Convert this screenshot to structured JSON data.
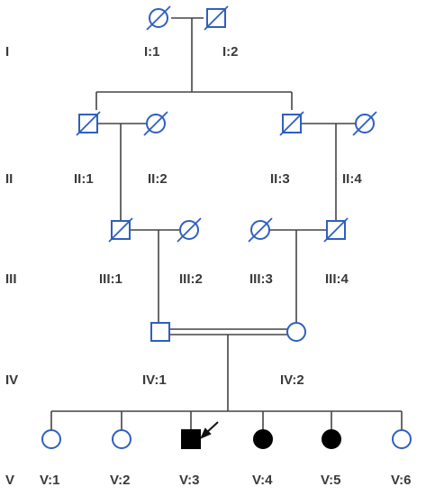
{
  "generations": [
    "I",
    "II",
    "III",
    "IV",
    "V"
  ],
  "individuals": {
    "I1": {
      "label": "I:1",
      "sex": "female",
      "deceased": true,
      "affected": false
    },
    "I2": {
      "label": "I:2",
      "sex": "male",
      "deceased": true,
      "affected": false
    },
    "II1": {
      "label": "II:1",
      "sex": "male",
      "deceased": true,
      "affected": false
    },
    "II2": {
      "label": "II:2",
      "sex": "female",
      "deceased": true,
      "affected": false
    },
    "II3": {
      "label": "II:3",
      "sex": "male",
      "deceased": true,
      "affected": false
    },
    "II4": {
      "label": "II:4",
      "sex": "female",
      "deceased": true,
      "affected": false
    },
    "III1": {
      "label": "III:1",
      "sex": "male",
      "deceased": true,
      "affected": false
    },
    "III2": {
      "label": "III:2",
      "sex": "female",
      "deceased": true,
      "affected": false
    },
    "III3": {
      "label": "III:3",
      "sex": "female",
      "deceased": true,
      "affected": false
    },
    "III4": {
      "label": "III:4",
      "sex": "male",
      "deceased": true,
      "affected": false
    },
    "IV1": {
      "label": "IV:1",
      "sex": "male",
      "deceased": false,
      "affected": false
    },
    "IV2": {
      "label": "IV:2",
      "sex": "female",
      "deceased": false,
      "affected": false
    },
    "V1": {
      "label": "V:1",
      "sex": "female",
      "deceased": false,
      "affected": false
    },
    "V2": {
      "label": "V:2",
      "sex": "female",
      "deceased": false,
      "affected": false
    },
    "V3": {
      "label": "V:3",
      "sex": "male",
      "deceased": false,
      "affected": true,
      "proband": true
    },
    "V4": {
      "label": "V:4",
      "sex": "female",
      "deceased": false,
      "affected": true
    },
    "V5": {
      "label": "V:5",
      "sex": "female",
      "deceased": false,
      "affected": true
    },
    "V6": {
      "label": "V:6",
      "sex": "female",
      "deceased": false,
      "affected": false
    }
  },
  "consanguineous_couple": [
    "IV1",
    "IV2"
  ],
  "colors": {
    "symbol_outline": "#2f5fbf",
    "affected_fill": "#000000",
    "line": "#444444",
    "text": "#3a3a3a"
  }
}
